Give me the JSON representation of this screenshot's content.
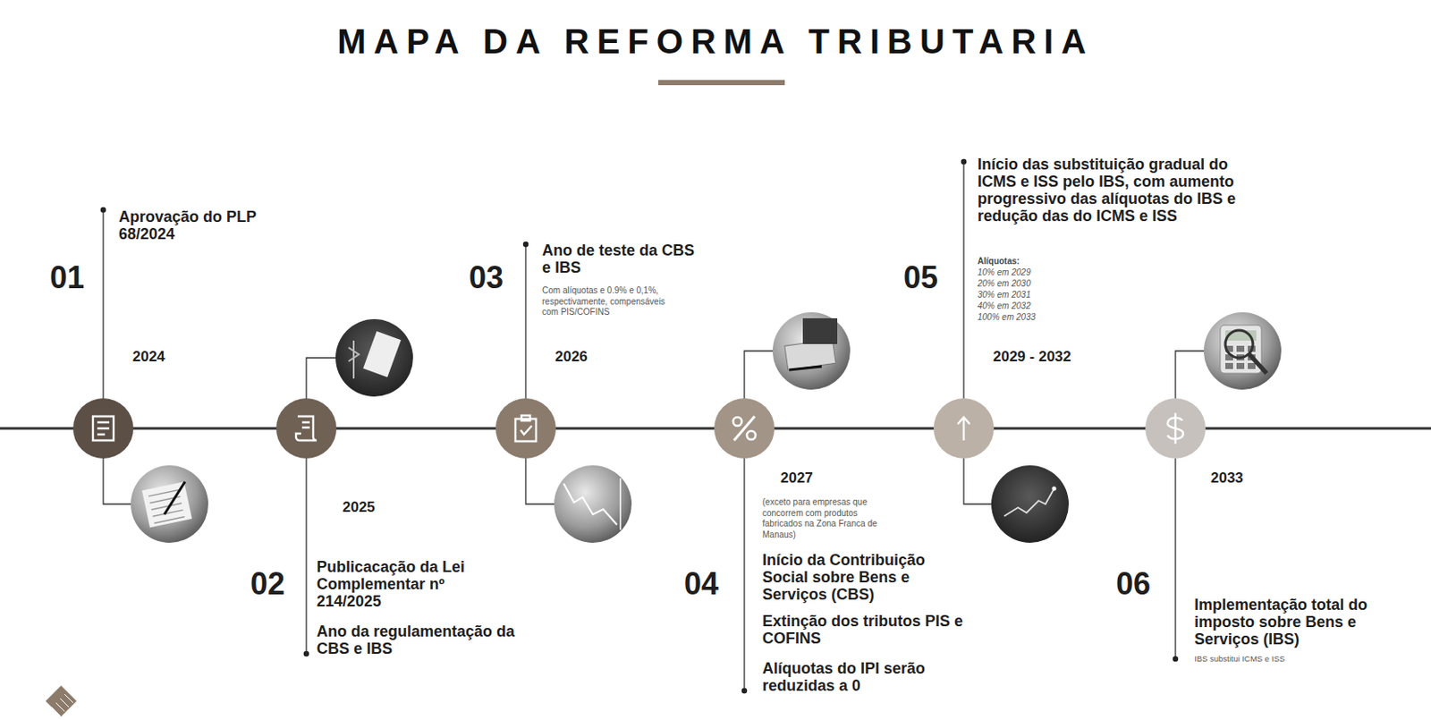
{
  "diagram": {
    "title": "MAPA DA REFORMA TRIBUTARIA",
    "labels": [
      "01",
      "Aprovação do PLP 68/2024",
      "2024",
      "02",
      "2025",
      "Publicacação da Lei Complementar nº 214/2025",
      "Ano da regulamentação da CBS e IBS",
      "03",
      "Ano de teste da CBS e IBS",
      "Com alíquotas e 0.9% e 0,1%, respectivamente, compensáveis com PIS/COFINS",
      "2026",
      "04",
      "2027",
      "(exceto para empresas que concorrem com produtos fabricados na Zona Franca de Manaus)",
      "Início da Contribuição Social sobre Bens e Serviços (CBS)",
      "Extinção dos tributos PIS e COFINS",
      "Alíquotas do IPI serão reduzidas a 0",
      "05",
      "Início das substituição gradual do ICMS e ISS pelo IBS, com aumento progressivo das alíquotas do IBS e redução das do ICMS e ISS",
      "Alíquotas:",
      "10% em 2029",
      "20% em 2030",
      "30% em 2031",
      "40% em 2032",
      "100% em 2033",
      "2029 - 2032",
      "06",
      "2033",
      "Implementação total do imposto sobre Bens e Serviços (IBS)",
      "IBS substitui ICMS e ISS"
    ]
  }
}
